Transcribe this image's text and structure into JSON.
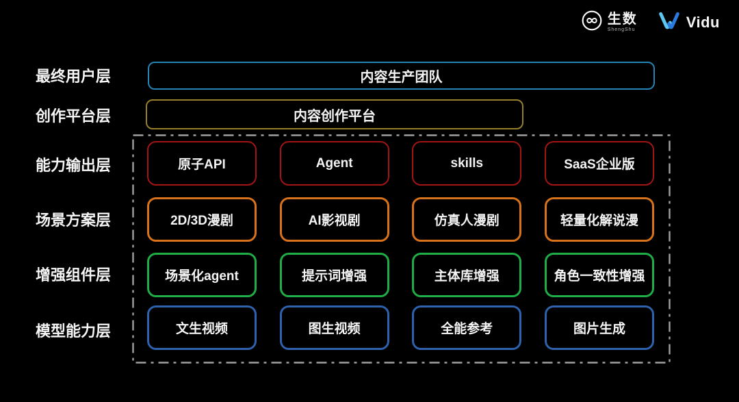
{
  "header": {
    "shengshu_logo": {
      "name": "生数",
      "subname": "ShengShu"
    },
    "vidu_logo": {
      "name": "Vidu"
    }
  },
  "colors": {
    "user_bar_border": "#2583b5",
    "platform_bar_border": "#97802c",
    "capability_border": "#a31515",
    "scenario_border": "#d8731c",
    "component_border": "#1fae46",
    "model_border": "#2e62ac",
    "dashed_frame": "#a0a0a0",
    "vidu_light_blue": "#5fc8f0",
    "vidu_dark_blue": "#2a7ae0"
  },
  "layer_labels": [
    "最终用户层",
    "创作平台层",
    "能力输出层",
    "场景方案层",
    "增强组件层",
    "模型能力层"
  ],
  "bars": {
    "user_team": "内容生产团队",
    "creation_platform": "内容创作平台"
  },
  "grid": {
    "rows": [
      {
        "name": "capability-output",
        "color": "#a31515",
        "boxes": [
          "原子API",
          "Agent",
          "skills",
          "SaaS企业版"
        ]
      },
      {
        "name": "scenario-solution",
        "color": "#d8731c",
        "boxes": [
          "2D/3D漫剧",
          "AI影视剧",
          "仿真人漫剧",
          "轻量化解说漫"
        ]
      },
      {
        "name": "enhanced-component",
        "color": "#1fae46",
        "boxes": [
          "场景化agent",
          "提示词增强",
          "主体库增强",
          "角色一致性增强"
        ]
      },
      {
        "name": "model-capability",
        "color": "#2e62ac",
        "boxes": [
          "文生视频",
          "图生视频",
          "全能参考",
          "图片生成"
        ]
      }
    ]
  }
}
